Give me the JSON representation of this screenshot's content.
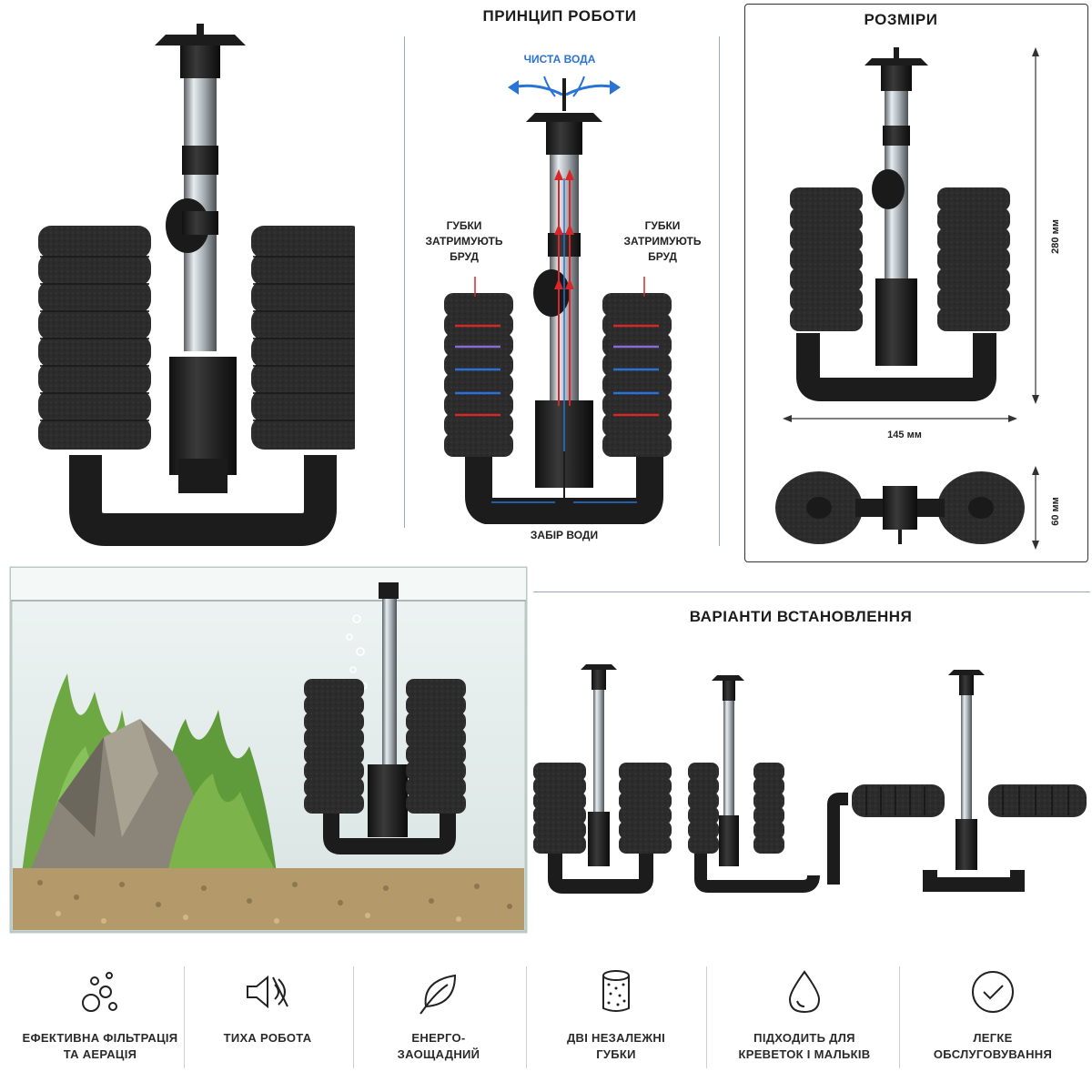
{
  "principle": {
    "title": "ПРИНЦИП РОБОТИ",
    "clean_water": "ЧИСТА ВОДА",
    "sponge_left": [
      "ГУБКИ",
      "ЗАТРИМУЮТЬ",
      "БРУД"
    ],
    "sponge_right": [
      "ГУБКИ",
      "ЗАТРИМУЮТЬ",
      "БРУД"
    ],
    "intake": "ЗАБІР ВОДИ"
  },
  "dimensions": {
    "title": "РОЗМІРИ",
    "height": "280 мм",
    "width": "145 мм",
    "depth": "60 мм"
  },
  "installation": {
    "title": "ВАРІАНТИ ВСТАНОВЛЕННЯ"
  },
  "features": [
    {
      "icon": "bubbles-icon",
      "label_1": "ЕФЕКТИВНА ФІЛЬТРАЦІЯ",
      "label_2": "ТА АЕРАЦІЯ"
    },
    {
      "icon": "quiet-speaker-icon",
      "label_1": "ТИХА РОБОТА",
      "label_2": ""
    },
    {
      "icon": "leaf-icon",
      "label_1": "ЕНЕРГО-",
      "label_2": "ЗАОЩАДНИЙ"
    },
    {
      "icon": "sponge-icon",
      "label_1": "ДВІ НЕЗАЛЕЖНІ",
      "label_2": "ГУБКИ"
    },
    {
      "icon": "water-drop-icon",
      "label_1": "ПІДХОДИТЬ ДЛЯ",
      "label_2": "КРЕВЕТОК І МАЛЬКІВ"
    },
    {
      "icon": "check-circle-icon",
      "label_1": "ЛЕГКЕ",
      "label_2": "ОБСЛУГОВУВАННЯ"
    }
  ],
  "colors": {
    "accent_blue": "#2a72d4",
    "arrow_red": "#d62828",
    "sponge": "#2b2b2b"
  }
}
